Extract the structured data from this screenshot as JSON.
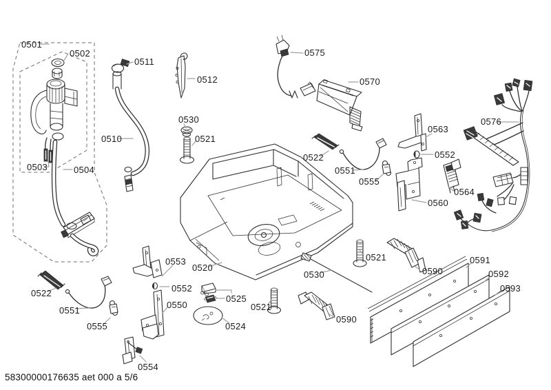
{
  "document": {
    "footer_text": "58300000176635 aet 000 a 5/6",
    "drawing_number": "58300000176635",
    "revision": "aet 000 a",
    "sheet": "5/6"
  },
  "colors": {
    "background": "#ffffff",
    "line": "#2e2e2e",
    "leader": "#a0a0a0",
    "dark_fill": "#3a3a3a",
    "label_text": "#1c1c1c"
  },
  "part_labels": [
    {
      "ref": "0501",
      "location": "top-left"
    },
    {
      "ref": "0502",
      "location": "top-left"
    },
    {
      "ref": "0511",
      "location": "top"
    },
    {
      "ref": "0512",
      "location": "top"
    },
    {
      "ref": "0575",
      "location": "top-middle"
    },
    {
      "ref": "0570",
      "location": "top-right"
    },
    {
      "ref": "0576",
      "location": "right"
    },
    {
      "ref": "0510",
      "location": "left"
    },
    {
      "ref": "0530",
      "location": "top-middle"
    },
    {
      "ref": "0521",
      "location": "top-middle"
    },
    {
      "ref": "0503",
      "location": "left"
    },
    {
      "ref": "0504",
      "location": "left"
    },
    {
      "ref": "0522",
      "location": "middle-right"
    },
    {
      "ref": "0563",
      "location": "right"
    },
    {
      "ref": "0551",
      "location": "middle"
    },
    {
      "ref": "0552",
      "location": "right"
    },
    {
      "ref": "0555",
      "location": "middle"
    },
    {
      "ref": "0564",
      "location": "right"
    },
    {
      "ref": "0560",
      "location": "right"
    },
    {
      "ref": "0553",
      "location": "center-left"
    },
    {
      "ref": "0520",
      "location": "center"
    },
    {
      "ref": "0521",
      "location": "center-right"
    },
    {
      "ref": "0590",
      "location": "right"
    },
    {
      "ref": "0591",
      "location": "bottom-right"
    },
    {
      "ref": "0592",
      "location": "bottom-right"
    },
    {
      "ref": "0593",
      "location": "bottom-right"
    },
    {
      "ref": "0530",
      "location": "bottom-center"
    },
    {
      "ref": "0522",
      "location": "bottom-left"
    },
    {
      "ref": "0552",
      "location": "bottom-left"
    },
    {
      "ref": "0550",
      "location": "bottom-left"
    },
    {
      "ref": "0551",
      "location": "bottom-left"
    },
    {
      "ref": "0525",
      "location": "bottom-center"
    },
    {
      "ref": "0521",
      "location": "bottom-center"
    },
    {
      "ref": "0555",
      "location": "bottom-left"
    },
    {
      "ref": "0524",
      "location": "bottom-center"
    },
    {
      "ref": "0590",
      "location": "bottom-center"
    },
    {
      "ref": "0554",
      "location": "bottom-left"
    }
  ]
}
